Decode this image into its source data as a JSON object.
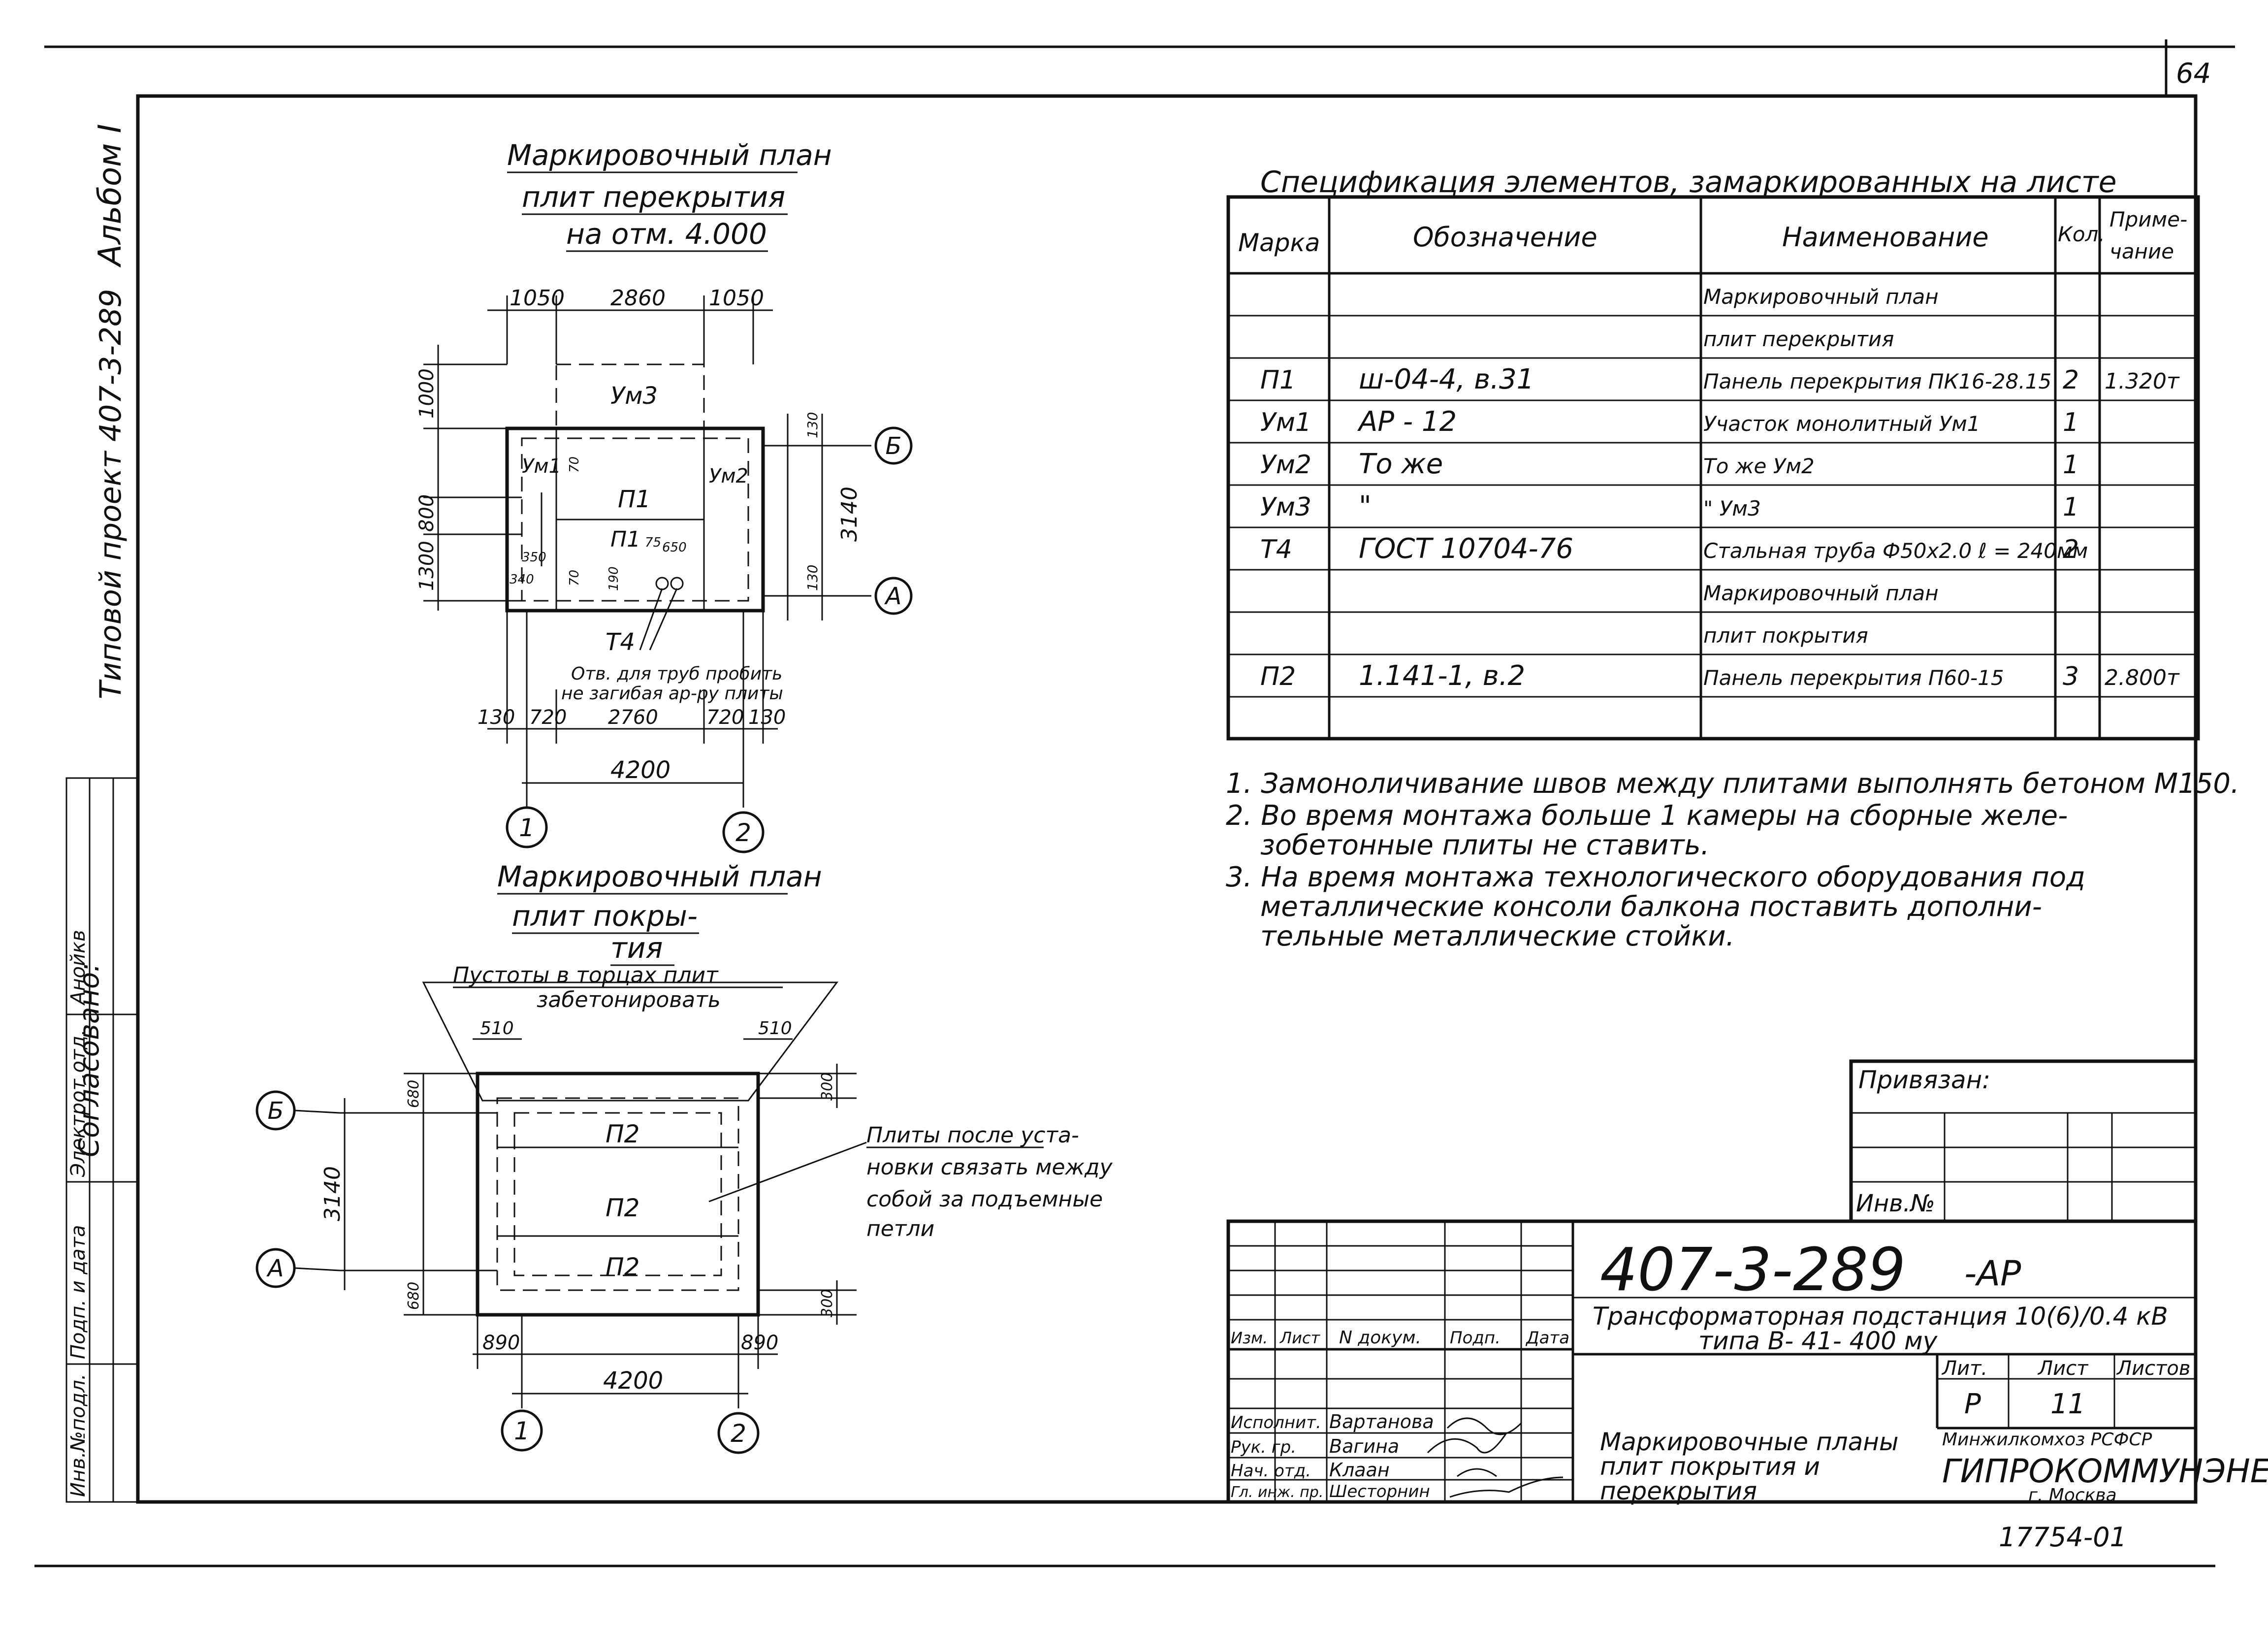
{
  "page_number": "64",
  "stamp_number": "17754-01",
  "side": {
    "album": "Альбом I",
    "project": "Типовой проект 407-3-289",
    "agreed": "Согласовано:",
    "dept": "Электрот.отд.",
    "dept_name": "Анойкв",
    "inv_orig": "Инв.№подл.",
    "sign_date": "Подп. и дата"
  },
  "plan1": {
    "title": [
      "Маркировочный план",
      "плит перекрытия",
      "на отм. 4.000"
    ],
    "dims_top": [
      "1050",
      "2860",
      "1050"
    ],
    "dims_left": [
      "1000",
      "800",
      "1300"
    ],
    "dims_bottom": [
      "130",
      "720",
      "2760",
      "720",
      "130"
    ],
    "total": "4200",
    "height": "3140",
    "small": [
      "130",
      "130",
      "70",
      "70",
      "350",
      "340",
      "190",
      "75",
      "650"
    ],
    "marks": [
      "Ум3",
      "Ум1",
      "П1",
      "Ум2",
      "П1",
      "Т4"
    ],
    "note": [
      "Отв. для труб пробить",
      "не загибая ар-ру плиты"
    ],
    "axis_letters": [
      "Б",
      "А"
    ],
    "axis_numbers": [
      "1",
      "2"
    ]
  },
  "plan2": {
    "title": [
      "Маркировочный план",
      "плит покры-",
      "тия"
    ],
    "callout": [
      "Пустоты в торцах плит",
      "забетонировать"
    ],
    "dims_top": [
      "510",
      "510"
    ],
    "dims_side": [
      "680",
      "680",
      "300",
      "300"
    ],
    "height": "3140",
    "dims_bottom": [
      "890",
      "4200",
      "890"
    ],
    "marks": [
      "П2",
      "П2",
      "П2"
    ],
    "note": [
      "Плиты после уста-",
      "новки связать между",
      "собой за подъемные",
      "петли"
    ],
    "axis_letters": [
      "Б",
      "А"
    ],
    "axis_numbers": [
      "1",
      "2"
    ]
  },
  "spec": {
    "title": "Спецификация элементов, замаркированных на листе",
    "headers": [
      "Марка",
      "Обозначение",
      "Наименование",
      "Кол.",
      "Приме-\nчание"
    ],
    "rows": [
      [
        "",
        "",
        "Маркировочный план",
        "",
        ""
      ],
      [
        "",
        "",
        "плит перекрытия",
        "",
        ""
      ],
      [
        "П1",
        "ш-04-4, в.31",
        "Панель перекрытия ПК16-28.15",
        "2",
        "1.320т"
      ],
      [
        "Ум1",
        "АР - 12",
        "Участок монолитный Ум1",
        "1",
        ""
      ],
      [
        "Ум2",
        "То же",
        "То же Ум2",
        "1",
        ""
      ],
      [
        "Ум3",
        "\"",
        "\" Ум3",
        "1",
        ""
      ],
      [
        "Т4",
        "ГОСТ 10704-76",
        "Стальная труба Ф50х2.0 ℓ = 240мм",
        "2",
        ""
      ],
      [
        "",
        "",
        "Маркировочный план",
        "",
        ""
      ],
      [
        "",
        "",
        "плит покрытия",
        "",
        ""
      ],
      [
        "П2",
        "1.141-1, в.2",
        "Панель перекрытия П60-15",
        "3",
        "2.800т"
      ],
      [
        "",
        "",
        "",
        "",
        ""
      ]
    ]
  },
  "notes": [
    "1. Замоноличивание швов между плитами выполнять бетоном М150.",
    "2. Во время монтажа больше 1 камеры на сборные желе-",
    "зобетонные плиты не ставить.",
    "3. На время монтажа технологического оборудования под",
    "металлические консоли балкона поставить дополни-",
    "тельные металлические стойки."
  ],
  "binding": {
    "privyazan": "Привязан:",
    "inv": "Инв.№"
  },
  "titleblock": {
    "code": "407-3-289",
    "suffix": "-АР",
    "description": [
      "Трансформаторная подстанция 10(6)/0.4 кВ",
      "типа В- 41- 400 му"
    ],
    "sheet_title": [
      "Маркировочные планы",
      "плит покрытия и",
      "перекрытия"
    ],
    "col_headers": [
      "Изм.",
      "Лист",
      "N докум.",
      "Подп.",
      "Дата"
    ],
    "stage_headers": [
      "Лит.",
      "Лист",
      "Листов"
    ],
    "stage": "Р",
    "sheet": "11",
    "sheets": "",
    "roles": [
      "Исполнит.",
      "Рук. гр.",
      "Нач. отд.",
      "Гл. инж. пр."
    ],
    "names": [
      "Вартанова",
      "Вагина",
      "Клаан",
      "Шесторнин"
    ],
    "org": [
      "Минжилкомхоз РСФСР",
      "ГИПРОКОММУНЭНЕРГО",
      "г. Москва"
    ]
  }
}
